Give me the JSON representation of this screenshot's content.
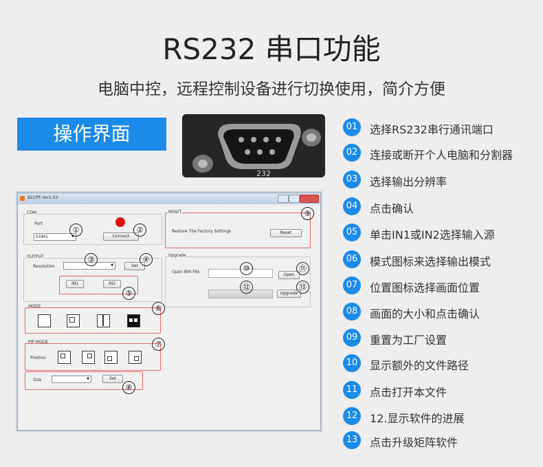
{
  "header": {
    "title": "RS232 串口功能",
    "subtitle": "电脑中控，远程控制设备进行切换使用，简介方便",
    "section_label": "操作界面"
  },
  "connector": {
    "marking": "232"
  },
  "app": {
    "window_title": "821PR Ver1.03",
    "com": {
      "group": "COM",
      "port_label": "Port",
      "port_value": "COM1",
      "connect_label": "Connect",
      "status_color": "#e01010"
    },
    "output": {
      "group": "OUTPUT",
      "resolution_label": "Resolution",
      "resolution_value": "",
      "set_label": "Set",
      "in1_label": "IN1",
      "in2_label": "IN2"
    },
    "mode": {
      "group": "MODE"
    },
    "pip": {
      "group": "PIP MODE",
      "position_label": "Position"
    },
    "size": {
      "label": "Size",
      "value": "",
      "set_label": "Set"
    },
    "reset": {
      "group": "RESET",
      "text": "Restore The Factory Settings",
      "button_label": "Reset"
    },
    "upgrade": {
      "group": "Upgrade",
      "open_bin_label": "Open BIN File",
      "open_label": "Open",
      "upgrade_label": "Upgrade"
    },
    "callouts": [
      "①",
      "②",
      "③",
      "④",
      "⑤",
      "⑥",
      "⑦",
      "⑧",
      "⑨",
      "⑩",
      "⑪",
      "⑫",
      "⑬"
    ]
  },
  "items": [
    {
      "num": "01",
      "text": "选择RS232串行通讯端口"
    },
    {
      "num": "02",
      "text": "连接或断开个人电脑和分割器"
    },
    {
      "num": "03",
      "text": "选择输出分辨率"
    },
    {
      "num": "04",
      "text": "点击确认"
    },
    {
      "num": "05",
      "text": "单击IN1或IN2选择输入源"
    },
    {
      "num": "06",
      "text": "模式图标来选择输出模式"
    },
    {
      "num": "07",
      "text": "位置图标选择画面位置"
    },
    {
      "num": "08",
      "text": "画面的大小和点击确认"
    },
    {
      "num": "09",
      "text": "重置为工厂设置"
    },
    {
      "num": "10",
      "text": "显示额外的文件路径"
    },
    {
      "num": "11",
      "text": "点击打开本文件"
    },
    {
      "num": "12",
      "text": "12.显示软件的进展"
    },
    {
      "num": "13",
      "text": "点击升级矩阵软件"
    }
  ],
  "colors": {
    "accent": "#1b8ae8",
    "callout_box": "#e06a6a",
    "background": "#eeeeee"
  }
}
